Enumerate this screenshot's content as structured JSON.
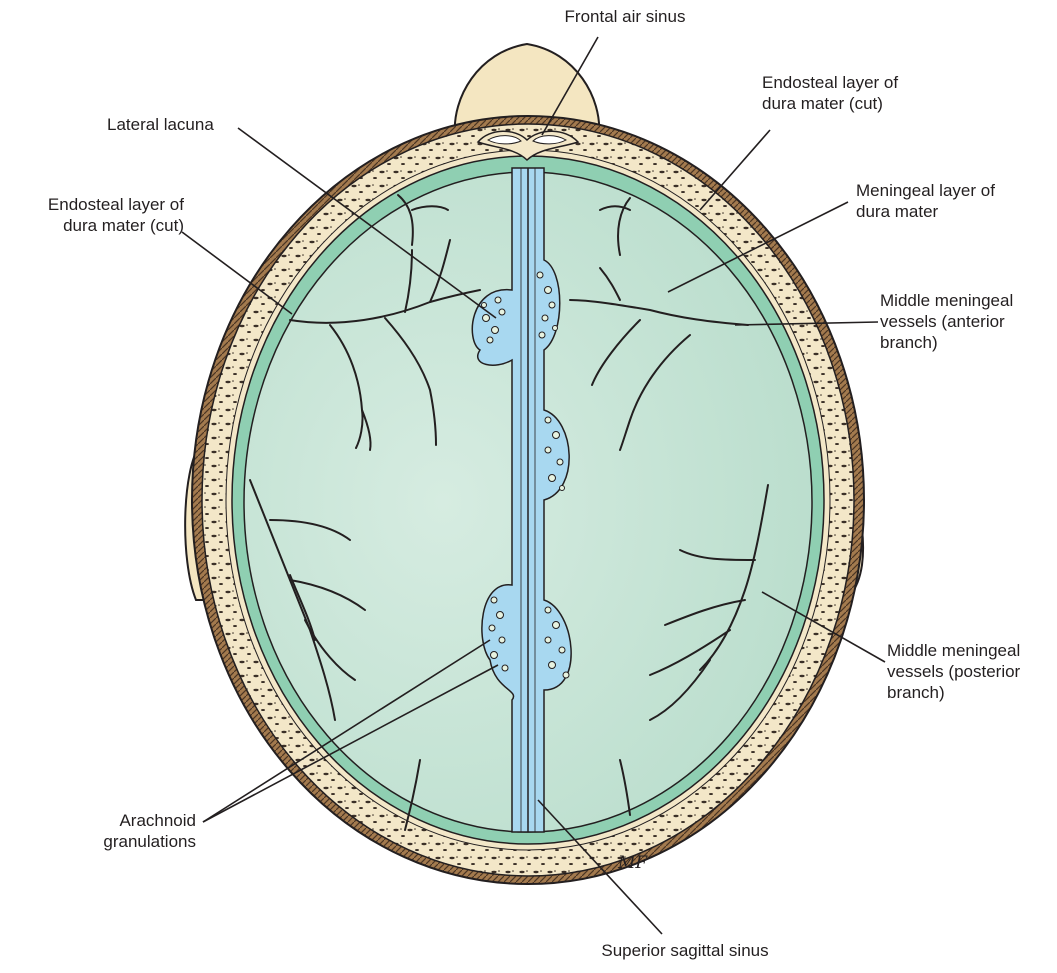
{
  "figure": {
    "labels": {
      "frontal_air_sinus": "Frontal air sinus",
      "endosteal_right": [
        "Endosteal layer of",
        "dura mater (cut)"
      ],
      "lateral_lacuna": "Lateral lacuna",
      "endosteal_left": [
        "Endosteal layer of",
        "dura mater (cut)"
      ],
      "meningeal_layer": [
        "Meningeal layer of",
        "dura mater"
      ],
      "mmv_anterior": [
        "Middle meningeal",
        "vessels (anterior",
        "branch)"
      ],
      "mmv_posterior": [
        "Middle meningeal",
        "vessels (posterior",
        "branch)"
      ],
      "arachnoid": [
        "Arachnoid",
        "granulations"
      ],
      "superior_sagittal_sinus": "Superior sagittal sinus"
    },
    "artist_signature": "MF"
  },
  "colors": {
    "dura": "#c6e3d6",
    "dura_edge": "#6cbf9c",
    "sinus": "#a8d8f0",
    "bone": "#f3e7c8",
    "scalp": "#f4e6c1",
    "ink": "#231f20"
  }
}
